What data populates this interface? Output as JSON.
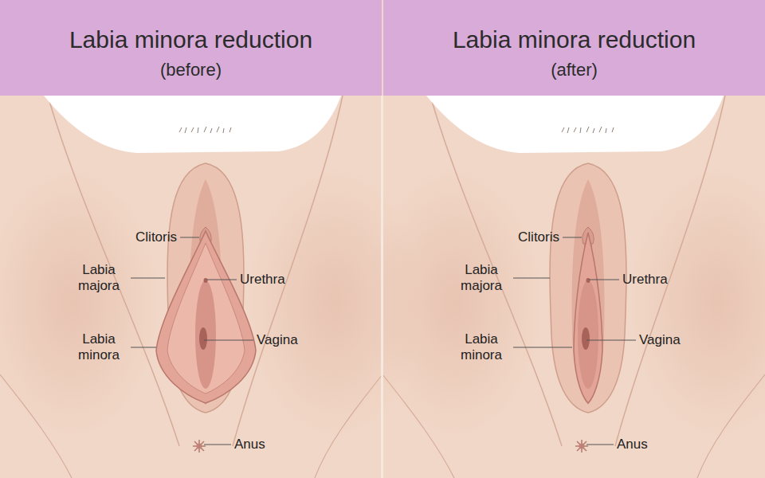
{
  "diagram": {
    "nodes": [
      {
        "text": [
          "Labia minora reduction",
          "(before)"
        ]
      },
      {
        "text": [
          "Labia minora reduction",
          "(after)"
        ]
      }
    ],
    "labels": [
      "Clitoris",
      "Labia majora",
      "Urethra",
      "Labia minora",
      "Vagina",
      "Anus",
      "Clitoris",
      "Labia majora",
      "Urethra",
      "Labia minora",
      "Vagina",
      "Anus"
    ]
  }
}
